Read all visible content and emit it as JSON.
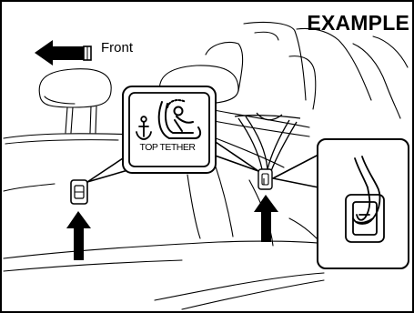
{
  "header": {
    "example_label": "EXAMPLE"
  },
  "direction": {
    "front_label": "Front"
  },
  "tether_sign": {
    "label": "TOP TETHER",
    "icon": "anchor-icon"
  },
  "icons": {
    "front_arrow": "arrow-left-icon",
    "pointer_arrow": "arrow-up-icon",
    "child_seat": "child-seat-icon"
  }
}
